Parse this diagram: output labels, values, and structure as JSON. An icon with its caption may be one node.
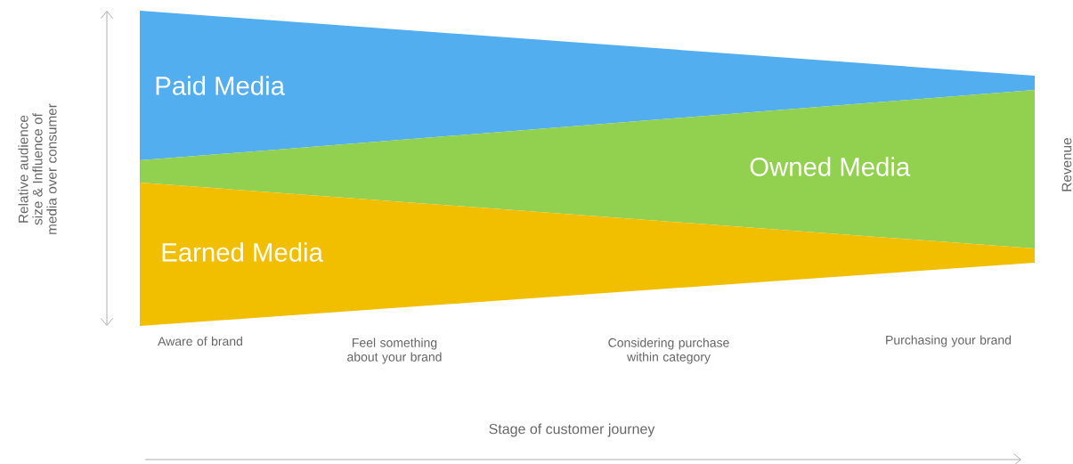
{
  "diagram": {
    "nodes": [
      {
        "text": [
          "Paid Media"
        ]
      },
      {
        "text": [
          "Owned Media"
        ]
      },
      {
        "text": [
          "Earned Media"
        ]
      }
    ],
    "labels": [
      "Relative audience size & Influence of media over consumer",
      "Revenue",
      "Aware of brand",
      "Feel something about your brand",
      "Considering purchase within category",
      "Purchasing your brand",
      "Stage of customer journey"
    ]
  }
}
